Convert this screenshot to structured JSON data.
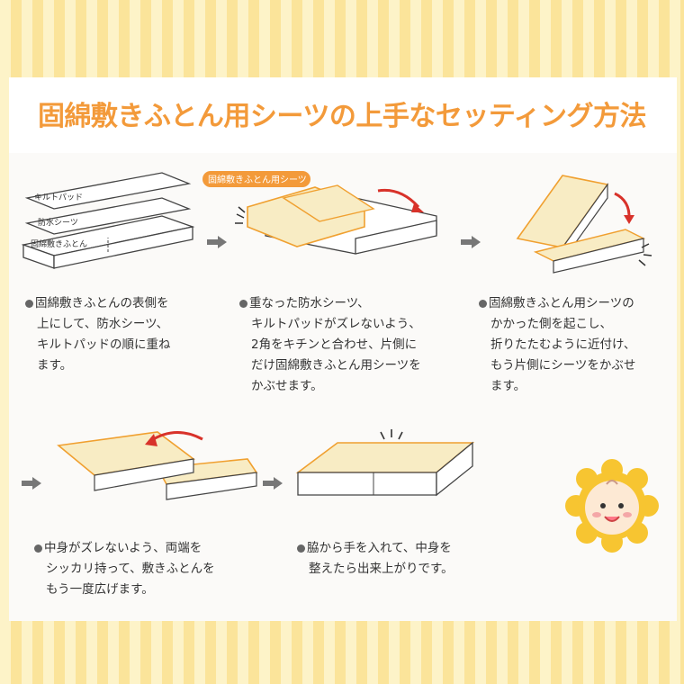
{
  "title": "固綿敷きふとん用シーツの上手なセッティング方法",
  "steps": [
    {
      "labels": [
        "キルトパッド",
        "防水シーツ",
        "固綿敷きふとん"
      ],
      "lines": [
        "固綿敷きふとんの表側を",
        "上にして、防水シーツ、",
        "キルトパッドの順に重ね",
        "ます。"
      ]
    },
    {
      "tag": "固綿敷きふとん用シーツ",
      "lines": [
        "重なった防水シーツ、",
        "キルトパッドがズレないよう、",
        "2角をキチンと合わせ、片側に",
        "だけ固綿敷きふとん用シーツを",
        "かぶせます。"
      ]
    },
    {
      "lines": [
        "固綿敷きふとん用シーツの",
        "かかった側を起こし、",
        "折りたたむように近付け、",
        "もう片側にシーツをかぶせ",
        "ます。"
      ]
    },
    {
      "lines": [
        "中身がズレないよう、両端を",
        "シッカリ持って、敷きふとんを",
        "もう一度広げます。"
      ]
    },
    {
      "lines": [
        "脇から手を入れて、中身を",
        "整えたら出来上がりです。"
      ]
    }
  ],
  "colors": {
    "accent": "#f39a3a",
    "arrow_red": "#d8322a",
    "sheet_fill": "#f8ecc4",
    "sheet_outline": "#f0a030"
  },
  "icons": [
    "right-arrow-icon",
    "baby-face-icon"
  ]
}
